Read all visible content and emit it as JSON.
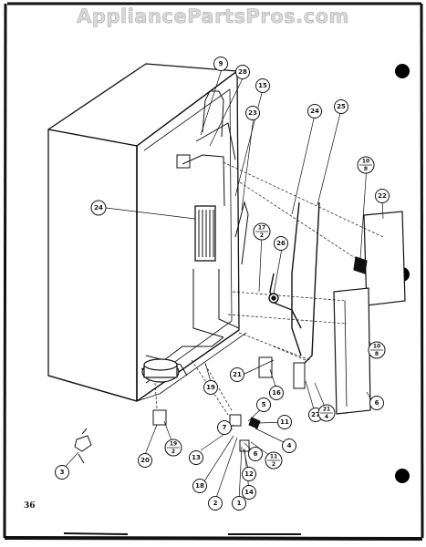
{
  "watermark": "AppliancePartsPros.com",
  "page_number": "36",
  "callouts": {
    "c1": "1",
    "c2": "2",
    "c3": "3",
    "c4": "4",
    "c5": "5",
    "c6": "6",
    "c6b": "6",
    "c7": "7",
    "c9": "9",
    "c11": "11",
    "c12": "12",
    "c13": "13",
    "c14": "14",
    "c15": "15",
    "c16": "16",
    "c18": "18",
    "c19": "19",
    "c20": "20",
    "c21": "21",
    "c22": "22",
    "c23": "23",
    "c24a": "24",
    "c24b": "24",
    "c25": "25",
    "c26": "26",
    "c27": "27",
    "c28": "28"
  },
  "fractions": {
    "f10_8a": {
      "top": "10",
      "bottom": "8"
    },
    "f10_8b": {
      "top": "10",
      "bottom": "8"
    },
    "f17_2": {
      "top": "17",
      "bottom": "2"
    },
    "f21_4": {
      "top": "21",
      "bottom": "4"
    },
    "f19_2": {
      "top": "19",
      "bottom": "2"
    },
    "f11_2": {
      "top": "11",
      "bottom": "2"
    }
  }
}
